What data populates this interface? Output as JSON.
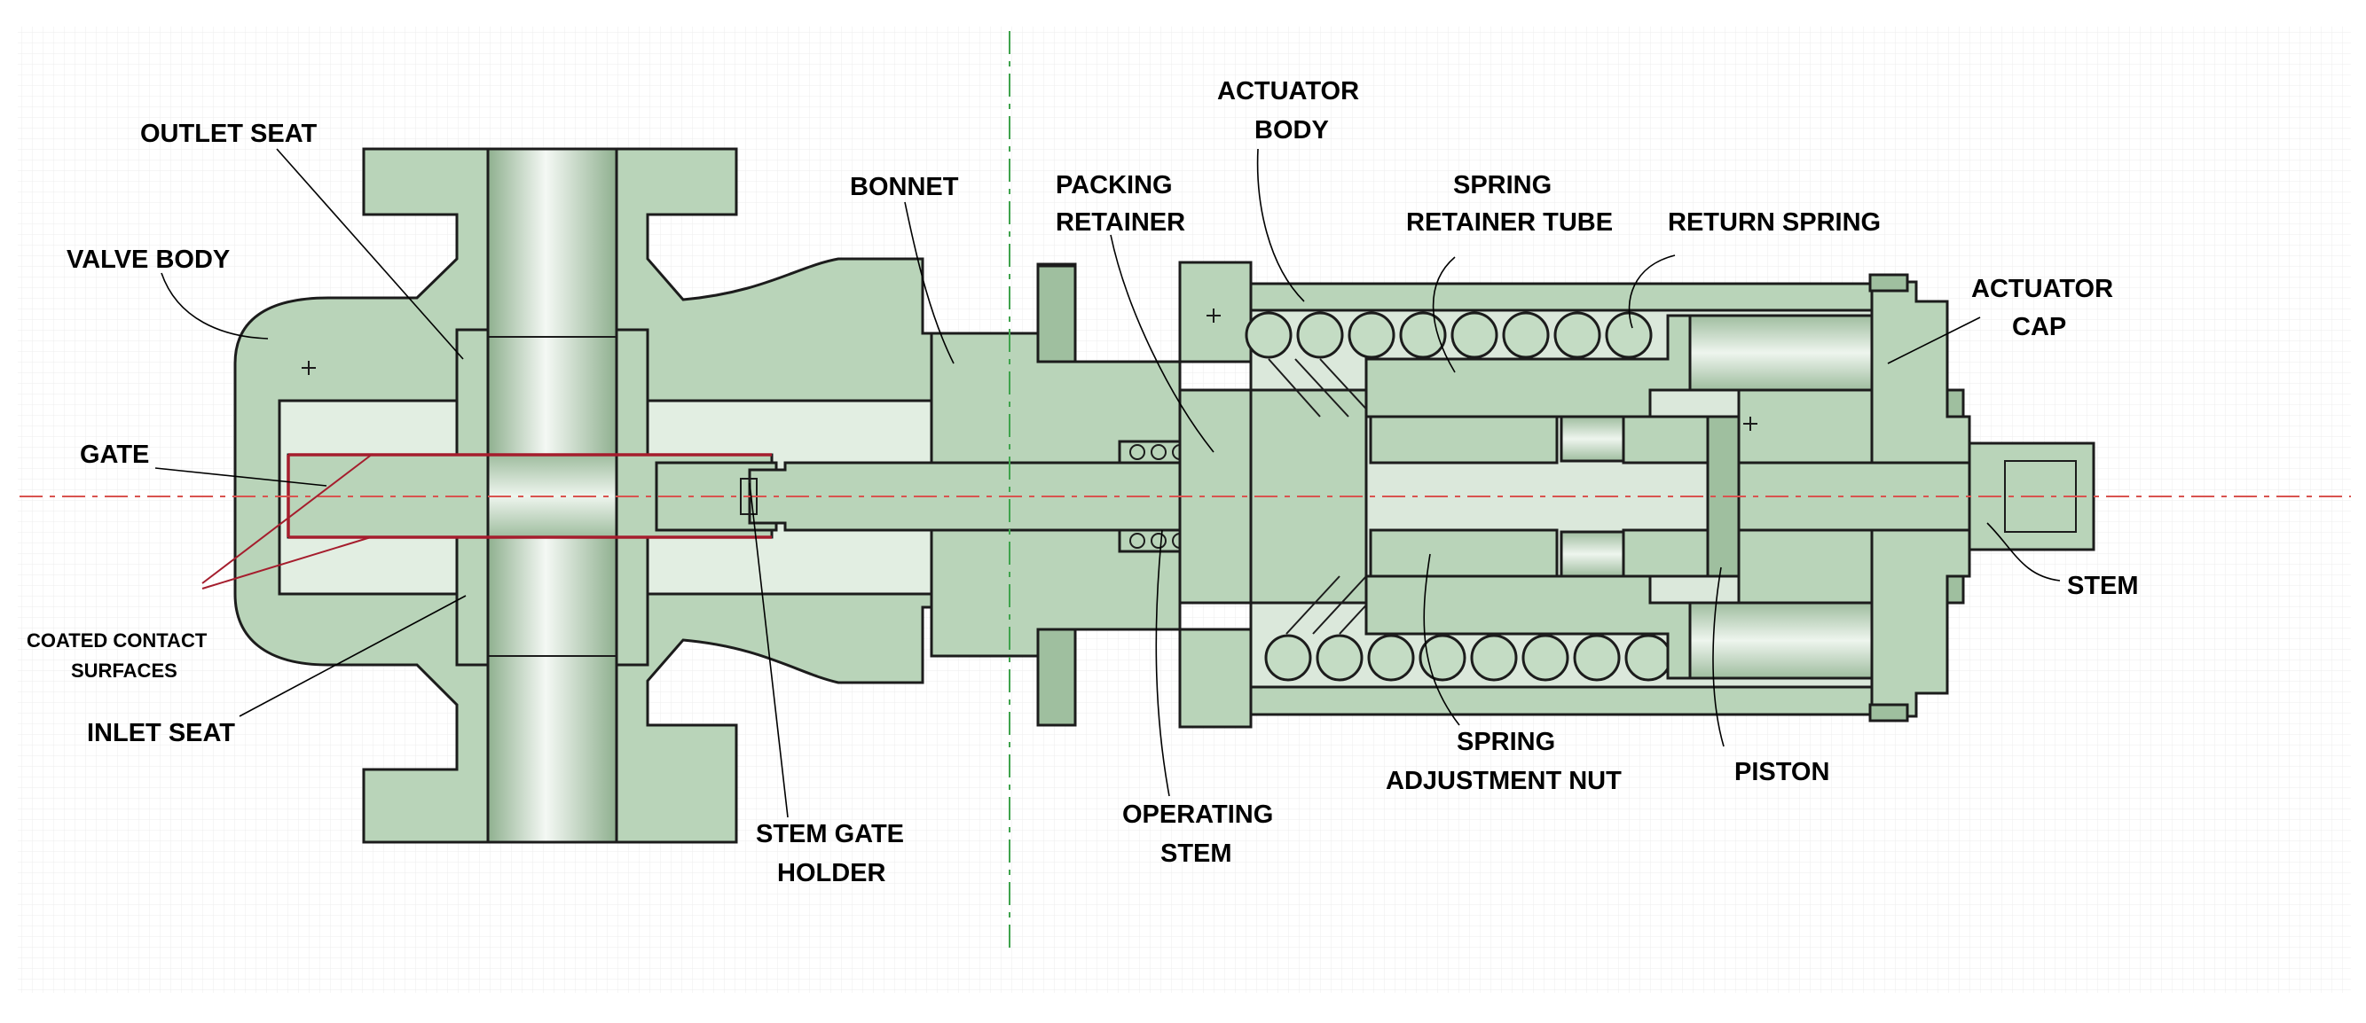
{
  "labels": {
    "outlet_seat": "OUTLET SEAT",
    "valve_body": "VALVE BODY",
    "gate": "GATE",
    "coated_line1": "COATED CONTACT",
    "coated_line2": "SURFACES",
    "inlet_seat": "INLET SEAT",
    "stem_gate_line1": "STEM GATE",
    "stem_gate_line2": "HOLDER",
    "bonnet": "BONNET",
    "packing_line1": "PACKING",
    "packing_line2": "RETAINER",
    "operating_line1": "OPERATING",
    "operating_line2": "STEM",
    "actuator_body_line1": "ACTUATOR",
    "actuator_body_line2": "BODY",
    "spring_tube_line1": "SPRING",
    "spring_tube_line2": "RETAINER TUBE",
    "return_spring": "RETURN SPRING",
    "actuator_cap_line1": "ACTUATOR",
    "actuator_cap_line2": "CAP",
    "stem": "STEM",
    "spring_nut_line1": "SPRING",
    "spring_nut_line2": "ADJUSTMENT NUT",
    "piston": "PISTON"
  },
  "colors": {
    "part_fill": "#b9d4b9",
    "outline": "#1c1c1c",
    "coated_surface": "#a51d2d",
    "centerline_horizontal": "#d9534f",
    "centerline_vertical": "#3fa34d"
  }
}
